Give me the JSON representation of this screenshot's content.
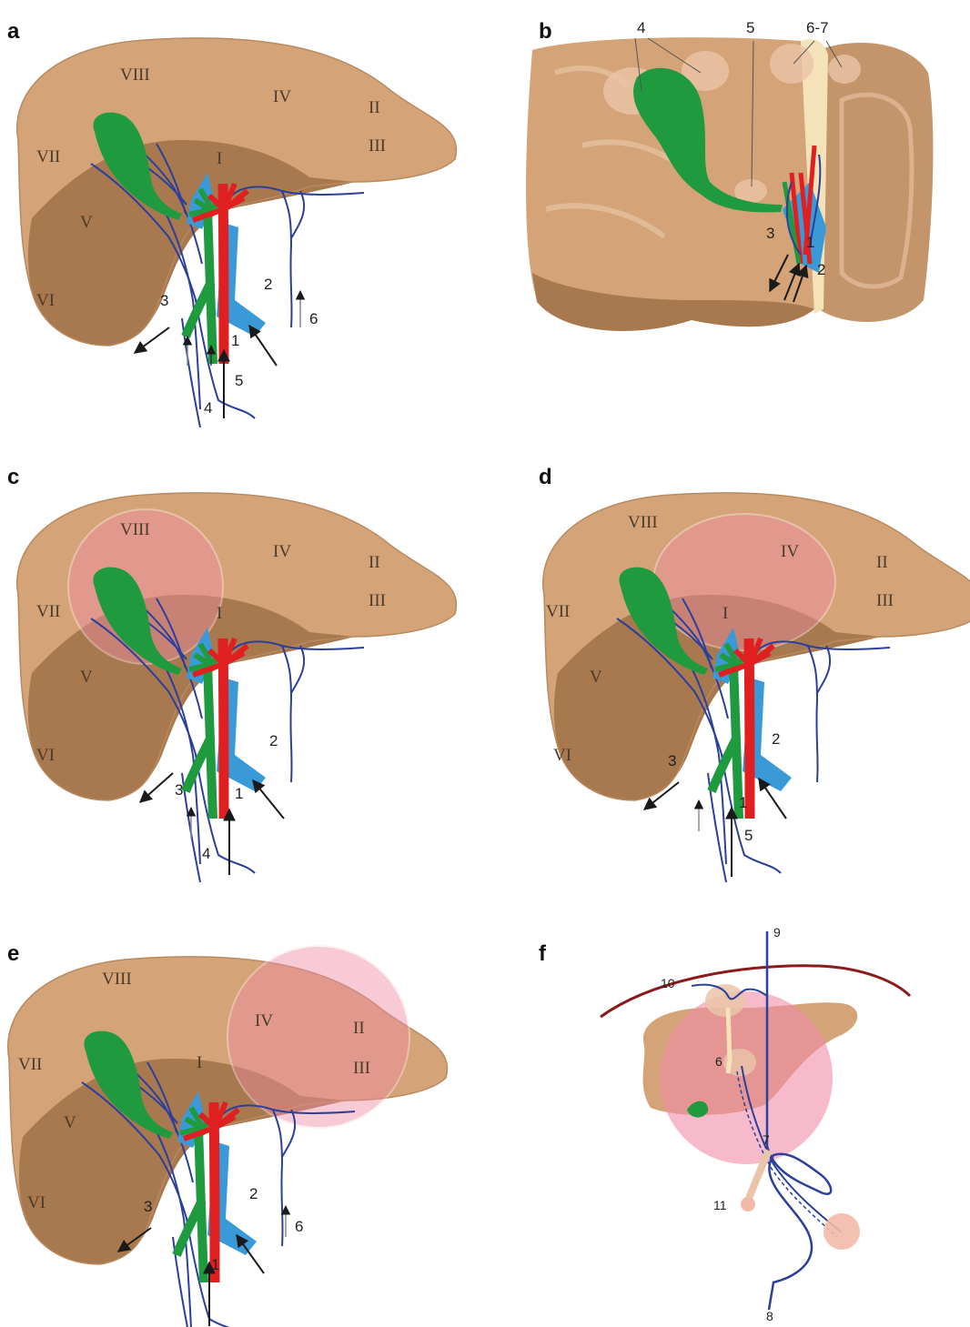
{
  "panel_letters": [
    "a",
    "b",
    "c",
    "d",
    "e",
    "f"
  ],
  "segments": {
    "I": "I",
    "II": "II",
    "III": "III",
    "IV": "IV",
    "V": "V",
    "VI": "VI",
    "VII": "VII",
    "VIII": "VIII"
  },
  "numbers": {
    "n1": "1",
    "n2": "2",
    "n3": "3",
    "n4": "4",
    "n5": "5",
    "n6": "6",
    "n67": "6-7",
    "n7": "7",
    "n8": "8",
    "n9": "9",
    "n10": "10",
    "n11": "11"
  },
  "colors": {
    "liver_light": "#d4a478",
    "liver_dark": "#a8784e",
    "hepatic_artery": "#e02020",
    "portal_vein": "#3a9ad8",
    "bile_duct": "#1f9a3e",
    "nerves": "#2b3f9c",
    "highlight": "#f08ca6",
    "diaphragm": "#8b1a1a"
  }
}
